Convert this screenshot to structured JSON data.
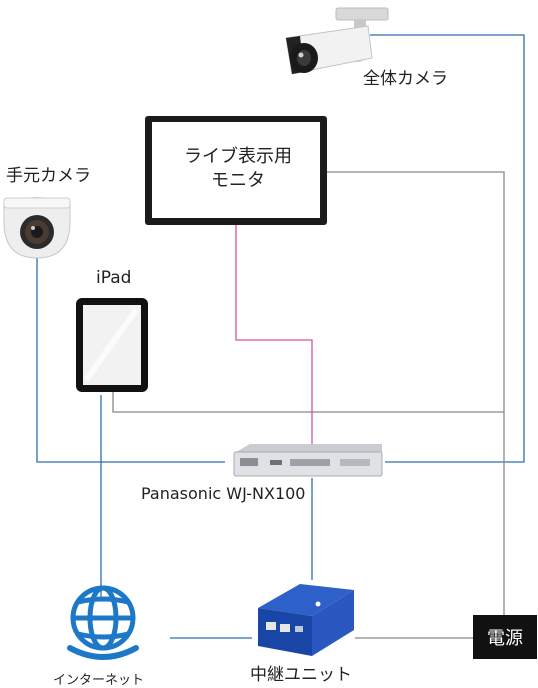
{
  "devices": {
    "overview_camera": {
      "label": "全体カメラ",
      "icon": "bullet-camera-icon"
    },
    "handheld_camera": {
      "label": "手元カメラ",
      "icon": "dome-camera-icon"
    },
    "live_monitor": {
      "label_line1": "ライブ表示用",
      "label_line2": "モニタ",
      "icon": "monitor-icon"
    },
    "ipad": {
      "label": "iPad",
      "icon": "tablet-icon"
    },
    "recorder": {
      "label": "Panasonic WJ-NX100",
      "icon": "network-recorder-icon"
    },
    "internet": {
      "label": "インターネット",
      "icon": "globe-icon"
    },
    "relay_unit": {
      "label": "中継ユニット",
      "icon": "relay-unit-icon"
    },
    "power": {
      "label": "電源"
    }
  },
  "colors": {
    "network_line": "#2f6fae",
    "power_line": "#888888",
    "video_line": "#d0569a",
    "power_box": "#111111"
  }
}
